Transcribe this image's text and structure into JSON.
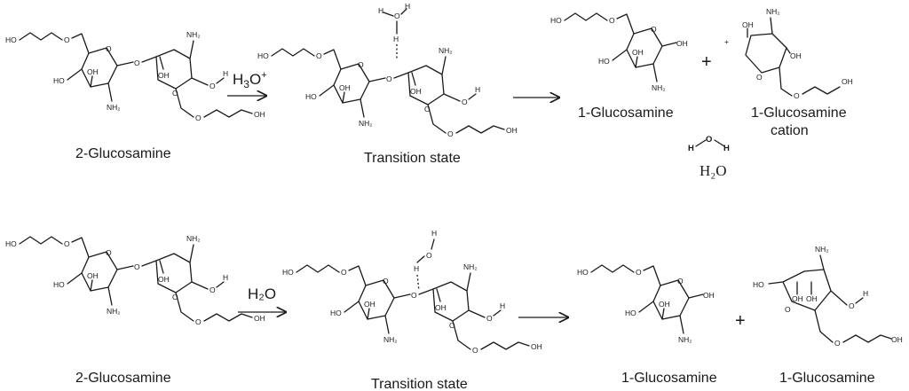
{
  "top": {
    "reactant_label": "2-Glucosamine",
    "reagent_main": "H",
    "reagent_sub": "3",
    "reagent_o": "O",
    "reagent_sup": "+",
    "ts_label": "Transition state",
    "product1_label": "1-Glucosamine",
    "plus": "+",
    "product2_label_line1": "1-Glucosamine",
    "product2_label_line2": "cation",
    "water_h": "H",
    "water_o": "O",
    "water_formula": "H₂O"
  },
  "bottom": {
    "reactant_label": "2-Glucosamine",
    "reagent": "H₂O",
    "ts_label": "Transition state",
    "product1_label": "1-Glucosamine",
    "plus": "+",
    "product2_label": "1-Glucosamine"
  },
  "atoms": {
    "OH_left": "HO",
    "O": "O",
    "OH": "OH",
    "NH2": "NH₂",
    "H": "H",
    "plus_charge": "+"
  }
}
